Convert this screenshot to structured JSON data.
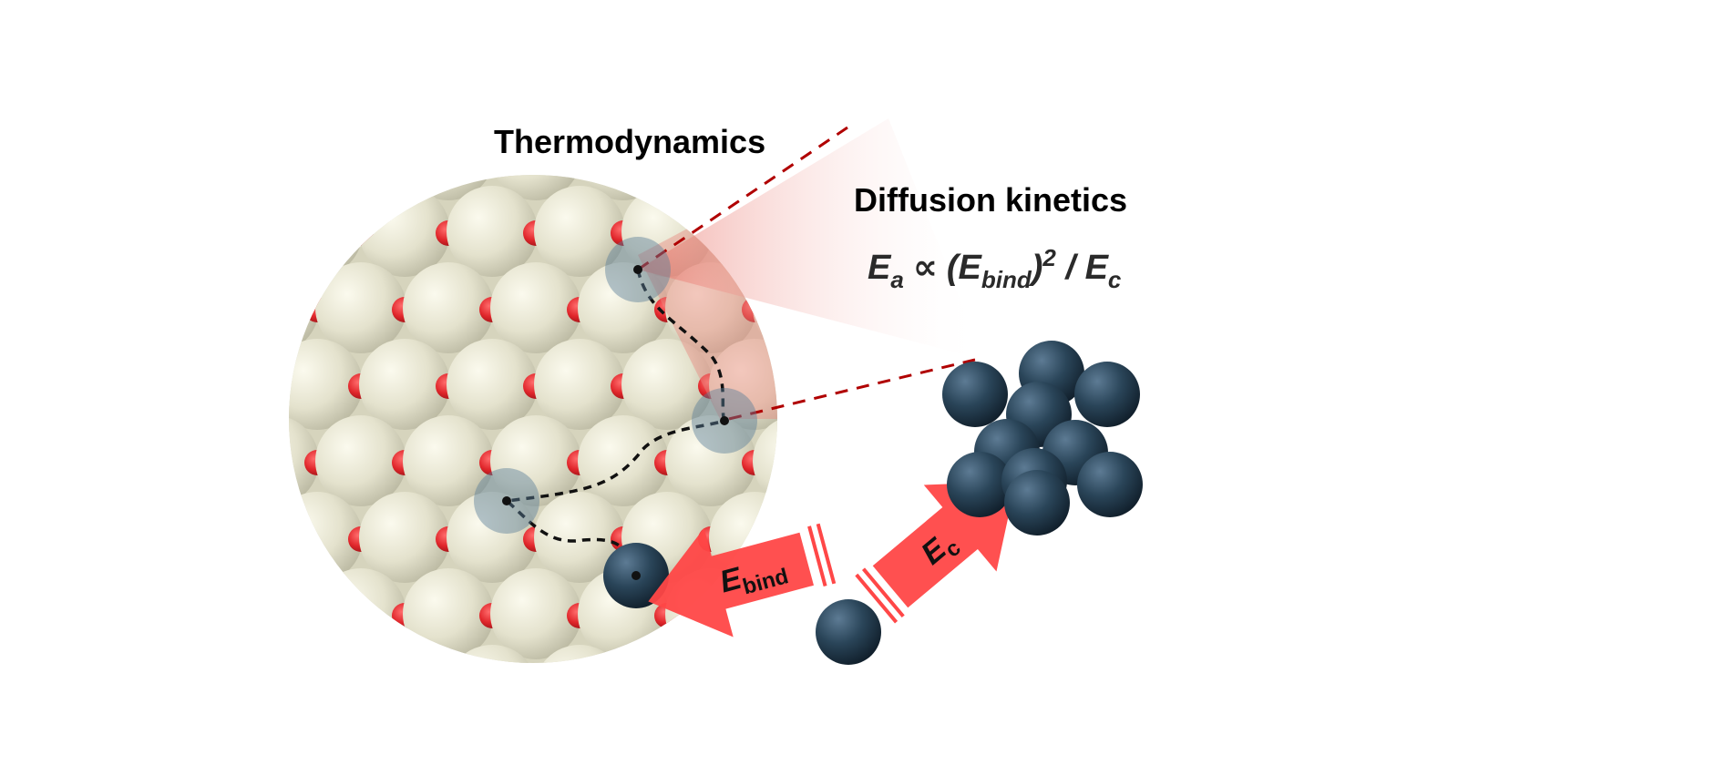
{
  "labels": {
    "thermodynamics": "Thermodynamics",
    "diffusion_kinetics": "Diffusion kinetics"
  },
  "equation": {
    "lhs_main": "E",
    "lhs_sub": "a",
    "proportional": "∝",
    "open_paren": "(E",
    "bind_sub": "bind",
    "close_paren": ")",
    "square_sup": "2",
    "divider": " / E",
    "c_sub": "c"
  },
  "arrows": {
    "bind": {
      "main": "E",
      "sub": "bind"
    },
    "cohesive": {
      "main": "E",
      "sub": "c"
    }
  },
  "colors": {
    "support_atom": "#e4e2cf",
    "oxygen_atom": "#e3262c",
    "metal_atom": "#22394d",
    "arrow": "#ff4444",
    "highlight": "#e88a80",
    "dash": "#b00000"
  }
}
